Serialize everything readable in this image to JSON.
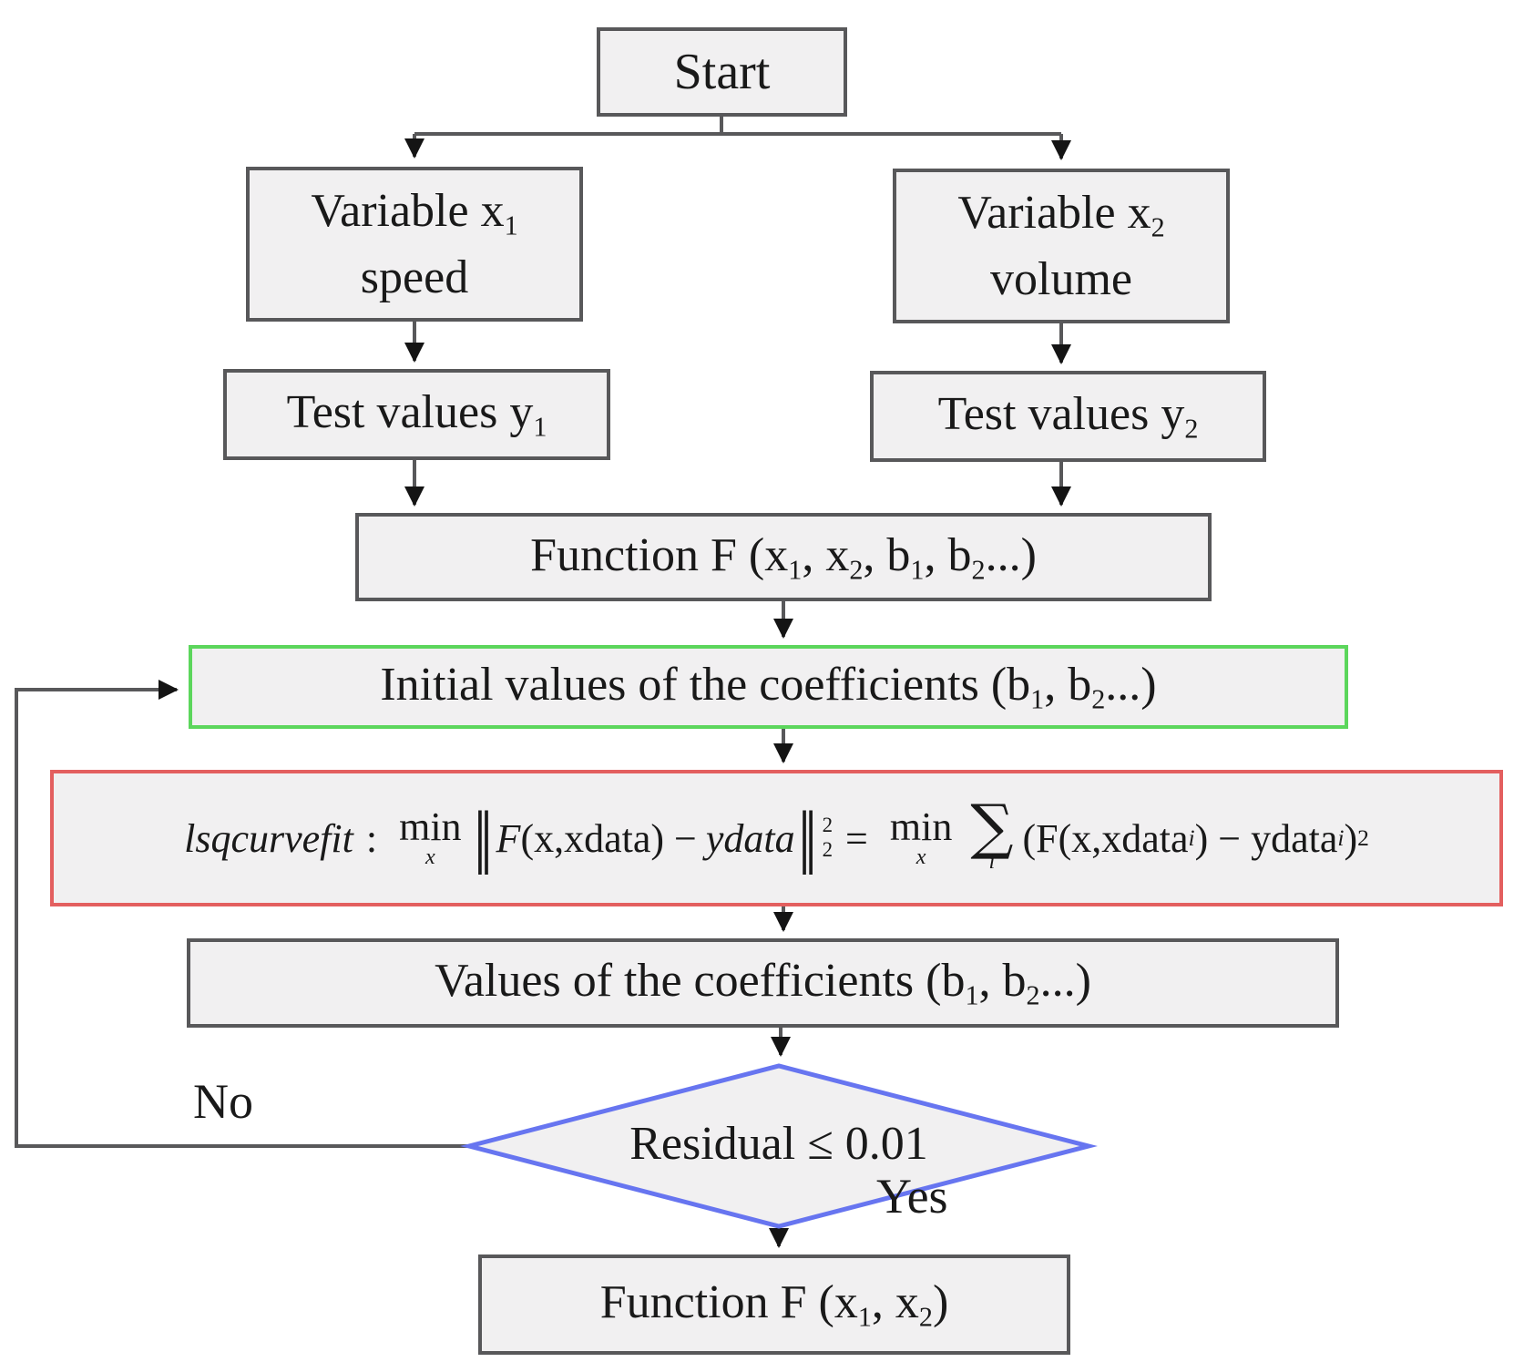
{
  "colors": {
    "node_fill": "#f1f0f1",
    "node_border": "#58585a",
    "highlight_green": "#5cd65c",
    "highlight_red": "#e35f5f",
    "decision_blue": "#6775f0",
    "connector": "#58585a",
    "text": "#191919"
  },
  "nodes": {
    "start": {
      "label": "Start"
    },
    "variable_x1": {
      "line1": [
        {
          "t": "Variable x"
        },
        {
          "t": "1",
          "s": "sub"
        }
      ],
      "line2": "speed"
    },
    "variable_x2": {
      "line1": [
        {
          "t": "Variable x"
        },
        {
          "t": "2",
          "s": "sub"
        }
      ],
      "line2": "volume"
    },
    "test_values_y1": {
      "label": [
        {
          "t": "Test values y"
        },
        {
          "t": "1",
          "s": "sub"
        }
      ]
    },
    "test_values_y2": {
      "label": [
        {
          "t": "Test values y"
        },
        {
          "t": "2",
          "s": "sub"
        }
      ]
    },
    "function_full": {
      "label": [
        {
          "t": "Function F (x"
        },
        {
          "t": "1",
          "s": "sub"
        },
        {
          "t": ", x"
        },
        {
          "t": "2",
          "s": "sub"
        },
        {
          "t": ", b"
        },
        {
          "t": "1",
          "s": "sub"
        },
        {
          "t": ", b"
        },
        {
          "t": "2",
          "s": "sub"
        },
        {
          "t": "...)"
        }
      ]
    },
    "initial_coefficients": {
      "label": [
        {
          "t": "Initial values of the coefficients (b"
        },
        {
          "t": "1",
          "s": "sub"
        },
        {
          "t": ", b"
        },
        {
          "t": "2",
          "s": "sub"
        },
        {
          "t": "...)"
        }
      ]
    },
    "coefficient_values": {
      "label": [
        {
          "t": "Values of the coefficients (b"
        },
        {
          "t": "1",
          "s": "sub"
        },
        {
          "t": ", b"
        },
        {
          "t": "2",
          "s": "sub"
        },
        {
          "t": "...)"
        }
      ]
    },
    "decision": {
      "label": "Residual ≤ 0.01"
    },
    "final_function": {
      "label": [
        {
          "t": "Function F (x"
        },
        {
          "t": "1",
          "s": "sub"
        },
        {
          "t": ", x"
        },
        {
          "t": "2",
          "s": "sub"
        },
        {
          "t": ")"
        }
      ]
    }
  },
  "formula": {
    "name": "lsqcurvefit",
    "colon": ":",
    "min1": "min",
    "min1_sub": "x",
    "bar_open": "‖",
    "f": "F",
    "args": "(x,xdata) −",
    "ydata": "ydata",
    "bar_close": "‖",
    "norm_sup": "2",
    "norm_sub": "2",
    "equals": "=",
    "min2": "min",
    "min2_sub": "x",
    "sum": "∑",
    "sum_sub": "i",
    "term_open": "(F(x,xdata",
    "term_sub1": "i",
    "term_mid": ") − ydata",
    "term_sub2": "i",
    "term_close": ")",
    "power": "2"
  },
  "edge_labels": {
    "yes": "Yes",
    "no": "No"
  }
}
